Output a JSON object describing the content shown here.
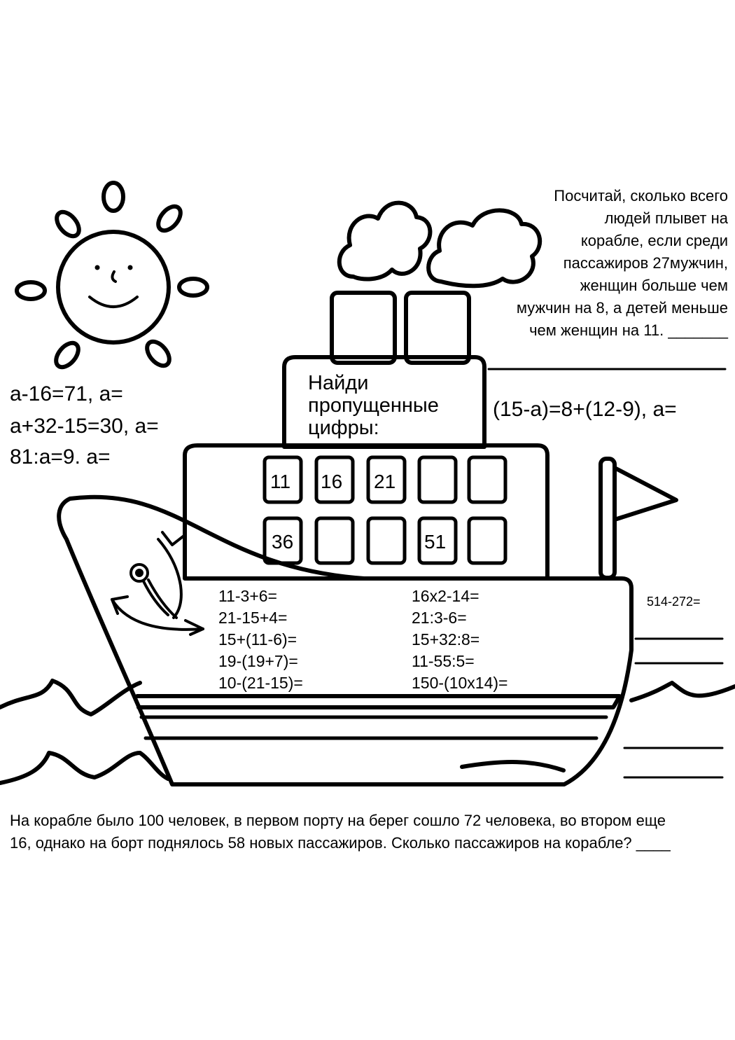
{
  "problem_top": {
    "lines": [
      "Посчитай, сколько всего",
      "людей плывет на",
      "корабле, если среди",
      "пассажиров 27мужчин,",
      "женщин больше чем",
      "мужчин на 8, а детей меньше",
      "чем женщин на 11. _______"
    ]
  },
  "equations_left": [
    "а-16=71, а=",
    "а+32-15=30, а=",
    "81:а=9. а="
  ],
  "equation_right": "(15-а)=8+(12-9), а=",
  "cabin_heading": [
    "Найди",
    "пропущенные",
    "цифры:"
  ],
  "window_rows": [
    [
      "11",
      "16",
      "21",
      "",
      ""
    ],
    [
      "36",
      "",
      "",
      "51",
      ""
    ]
  ],
  "hull_tasks_left": [
    "11-3+6=",
    "21-15+4=",
    "15+(11-6)=",
    "19-(19+7)=",
    "10-(21-15)="
  ],
  "hull_tasks_right": [
    "16х2-14=",
    "21:3-6=",
    "15+32:8=",
    "11-55:5=",
    "150-(10х14)="
  ],
  "side_task": "514-272=",
  "bottom_problem": [
    "На корабле было 100 человек, в первом порту на берег сошло 72 человека, во втором еще",
    "16, однако на борт поднялось 58 новых пассажиров. Сколько пассажиров на корабле? ____"
  ]
}
